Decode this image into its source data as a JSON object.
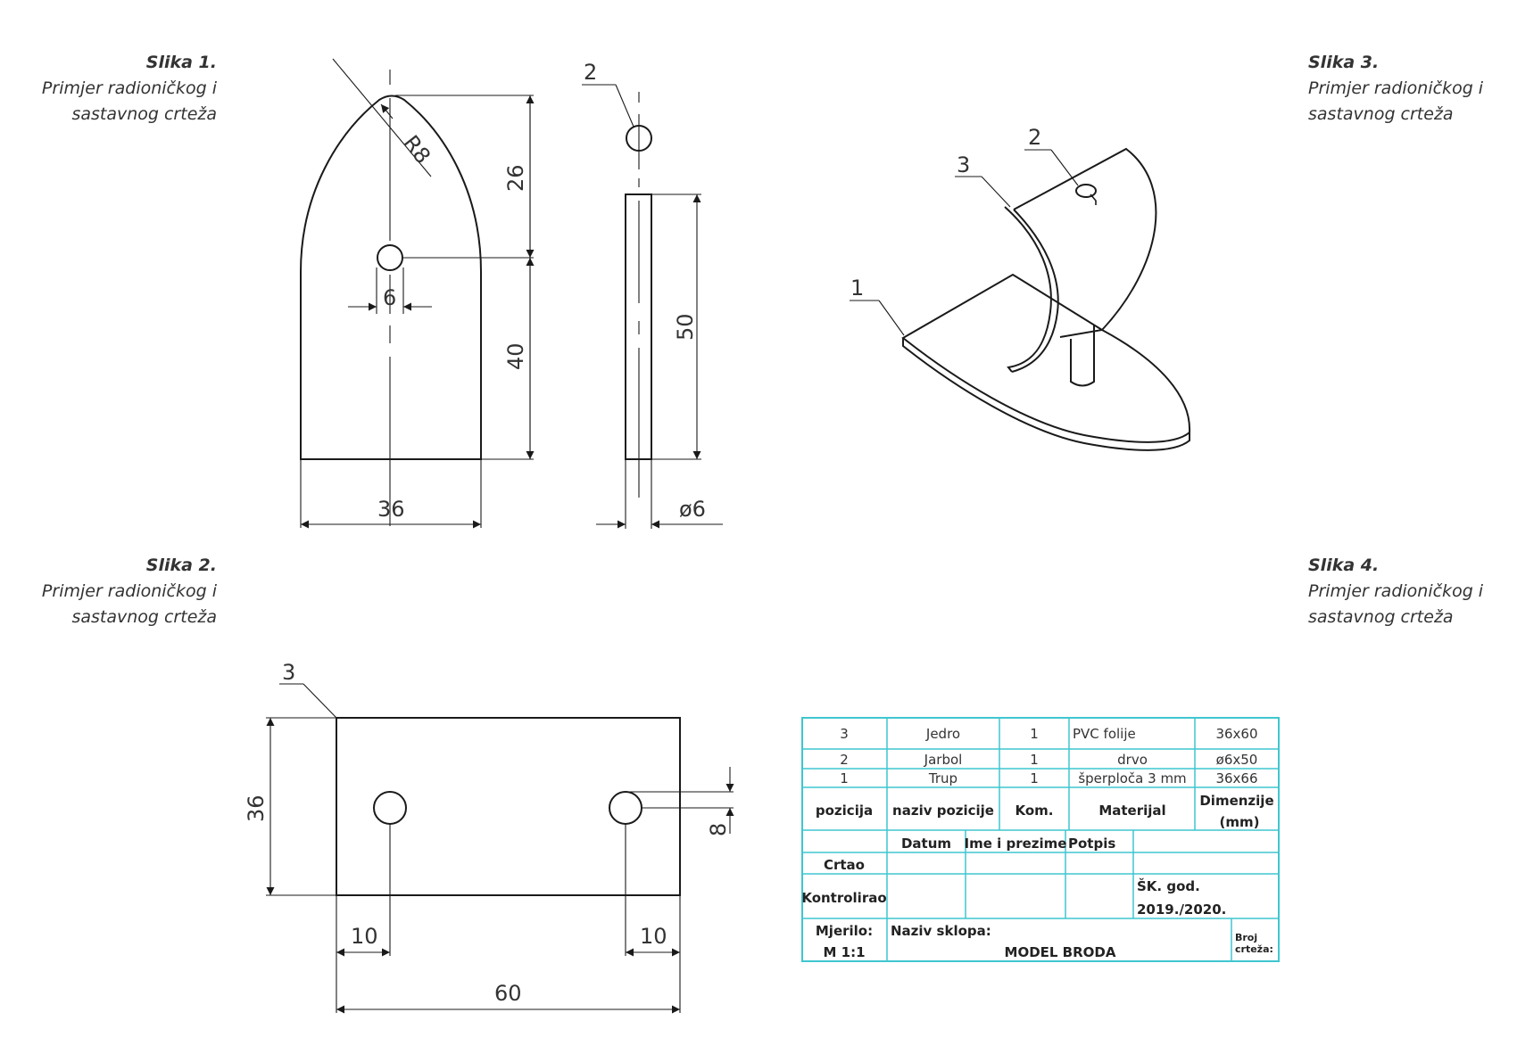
{
  "captions": [
    {
      "title": "Slika 1.",
      "line1": "Primjer radioničkog i",
      "line2": "sastavnog crteža"
    },
    {
      "title": "Slika 2.",
      "line1": "Primjer radioničkog i",
      "line2": "sastavnog crteža"
    },
    {
      "title": "Slika 3.",
      "line1": "Primjer radioničkog i",
      "line2": "sastavnog crteža"
    },
    {
      "title": "Slika 4.",
      "line1": "Primjer radioničkog i",
      "line2": "sastavnog crteža"
    }
  ],
  "fig1": {
    "radius": "R8",
    "hole": "6",
    "h_top": "26",
    "h_bottom": "40",
    "width": "36",
    "mast_label": "2",
    "mast_length": "50",
    "mast_diameter": "ø6"
  },
  "fig2": {
    "part_label": "3",
    "height": "36",
    "hole_offset": "8",
    "left_offset": "10",
    "right_offset": "10",
    "width": "60"
  },
  "fig3": {
    "label1": "1",
    "label2": "2",
    "label3": "3"
  },
  "colors": {
    "table_line": "#3fc6d0",
    "drawing_line": "#1a1a1a"
  },
  "table": {
    "rows": [
      {
        "pos": "3",
        "name": "Jedro",
        "qty": "1",
        "material": "PVC folije",
        "dims": "36x60"
      },
      {
        "pos": "2",
        "name": "Jarbol",
        "qty": "1",
        "material": "drvo",
        "dims": "ø6x50"
      },
      {
        "pos": "1",
        "name": "Trup",
        "qty": "1",
        "material": "šperploča 3 mm",
        "dims": "36x66"
      }
    ],
    "headers": {
      "pos": "pozicija",
      "name": "naziv pozicije",
      "qty": "Kom.",
      "material": "Materijal",
      "dims1": "Dimenzije",
      "dims2": "(mm)"
    },
    "datum": "Datum",
    "ime": "Ime i prezime",
    "potpis": "Potpis",
    "crtao": "Crtao",
    "kontrolirao": "Kontrolirao",
    "sk_god": "ŠK. god.",
    "year": "2019./2020.",
    "mjerilo": "Mjerilo:",
    "scale": "M 1:1",
    "naziv_sklopa": "Naziv sklopa:",
    "assembly_name": "MODEL BRODA",
    "broj1": "Broj",
    "broj2": "crteža:"
  }
}
